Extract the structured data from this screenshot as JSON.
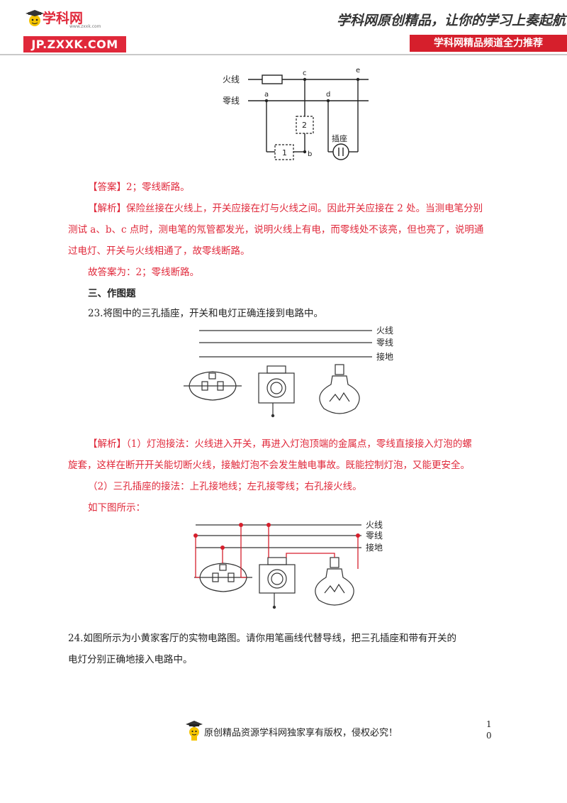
{
  "header": {
    "logo_name": "学科网",
    "logo_url_text": "www.zxxk.com",
    "logo_band": "JP.ZXXK.COM",
    "slogan": "学科网原创精品，让你的学习上奏起航",
    "slogan_band": "学科网精品频道全力推荐"
  },
  "figure1": {
    "live_label": "火线",
    "neutral_label": "零线",
    "node_a": "a",
    "node_b": "b",
    "node_c": "c",
    "node_d": "d",
    "node_e": "e",
    "box1": "1",
    "box2": "2",
    "socket_label": "插座"
  },
  "q22": {
    "answer_tag": "【答案】",
    "answer_text": "2；零线断路。",
    "analysis_tag": "【解析】",
    "analysis_line1": "保险丝接在火线上，开关应接在灯与火线之间。因此开关应接在 2 处。当测电笔分别",
    "analysis_line2": "测试 a、b、c 点时，测电笔的氖管都发光，说明火线上有电，而零线处不该亮，但也亮了，说明通",
    "analysis_line3": "过电灯、开关与火线相通了，故零线断路。",
    "final": "故答案为：2；零线断路。"
  },
  "section3": {
    "title": "三、作图题"
  },
  "q23": {
    "question": "23.将图中的三孔插座，开关和电灯正确连接到电路中。",
    "fig_live": "火线",
    "fig_neutral": "零线",
    "fig_ground": "接地",
    "analysis_tag": "【解析】",
    "analysis_line1": "（1）灯泡接法：火线进入开关，再进入灯泡顶端的金属点，零线直接接入灯泡的螺",
    "analysis_line2": "旋套，这样在断开开关能切断火线，接触灯泡不会发生触电事故。既能控制灯泡，又能更安全。",
    "line_socket": "（2）三孔插座的接法：上孔接地线；左孔接零线；右孔接火线。",
    "line_below": "如下图所示："
  },
  "q24": {
    "line1": "24.如图所示为小黄家客厅的实物电路图。请你用笔画线代替导线，把三孔插座和带有开关的",
    "line2": "电灯分别正确地接入电路中。"
  },
  "footer": {
    "copyright": "原创精品资源学科网独家享有版权，侵权必究！",
    "page_1": "1",
    "page_2": "0"
  }
}
